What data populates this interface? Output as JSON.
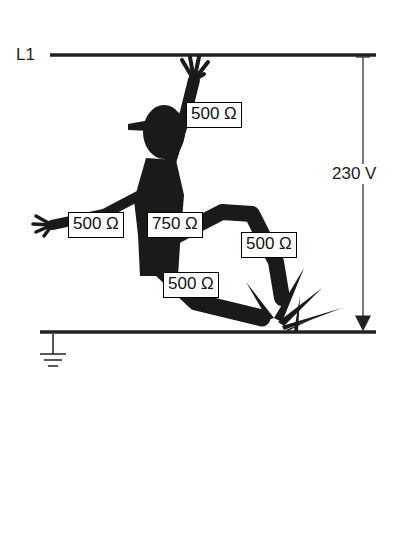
{
  "diagram": {
    "nodes": [
      {
        "text": [
          "500 Ω"
        ]
      },
      {
        "text": [
          "500 Ω"
        ]
      },
      {
        "text": [
          "750 Ω"
        ]
      },
      {
        "text": [
          "500 Ω"
        ]
      },
      {
        "text": [
          "500 Ω"
        ]
      }
    ],
    "labels": [
      "L1",
      "230 V"
    ]
  }
}
